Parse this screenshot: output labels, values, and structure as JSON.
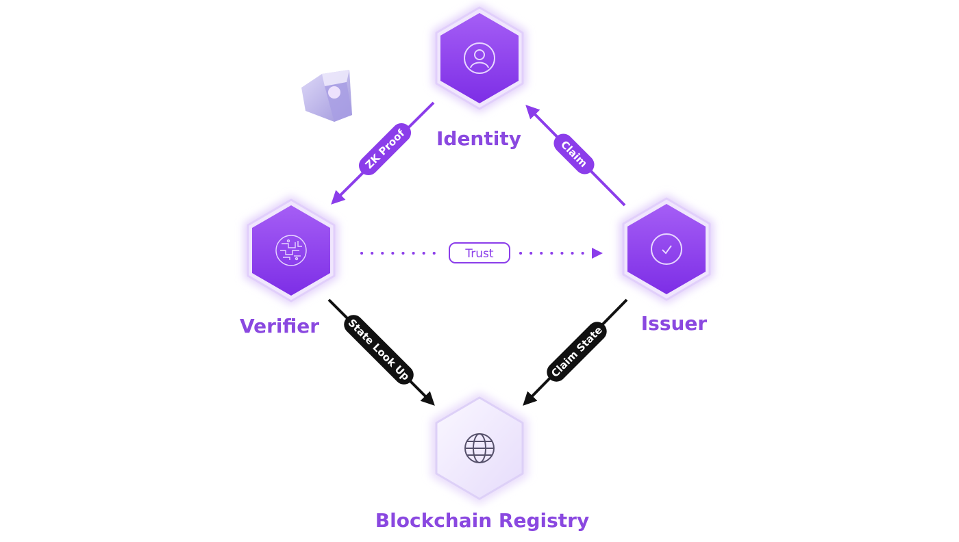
{
  "colors": {
    "accent": "#8b3dea",
    "label": "#8a48e0",
    "dark": "#111111",
    "registry": "#ece4fb"
  },
  "nodes": {
    "identity": {
      "label": "Identity",
      "icon": "user-icon"
    },
    "verifier": {
      "label": "Verifier",
      "icon": "circuit-icon"
    },
    "issuer": {
      "label": "Issuer",
      "icon": "checkmark-icon"
    },
    "registry": {
      "label": "Blockchain Registry",
      "icon": "globe-icon"
    }
  },
  "edges": {
    "zk_proof": {
      "label": "ZK Proof"
    },
    "claim": {
      "label": "Claim"
    },
    "trust": {
      "label": "Trust"
    },
    "state_lookup": {
      "label": "State Look Up"
    },
    "claim_state": {
      "label": "Claim State"
    }
  },
  "decor": {
    "cube": "crystal-cube-icon"
  }
}
